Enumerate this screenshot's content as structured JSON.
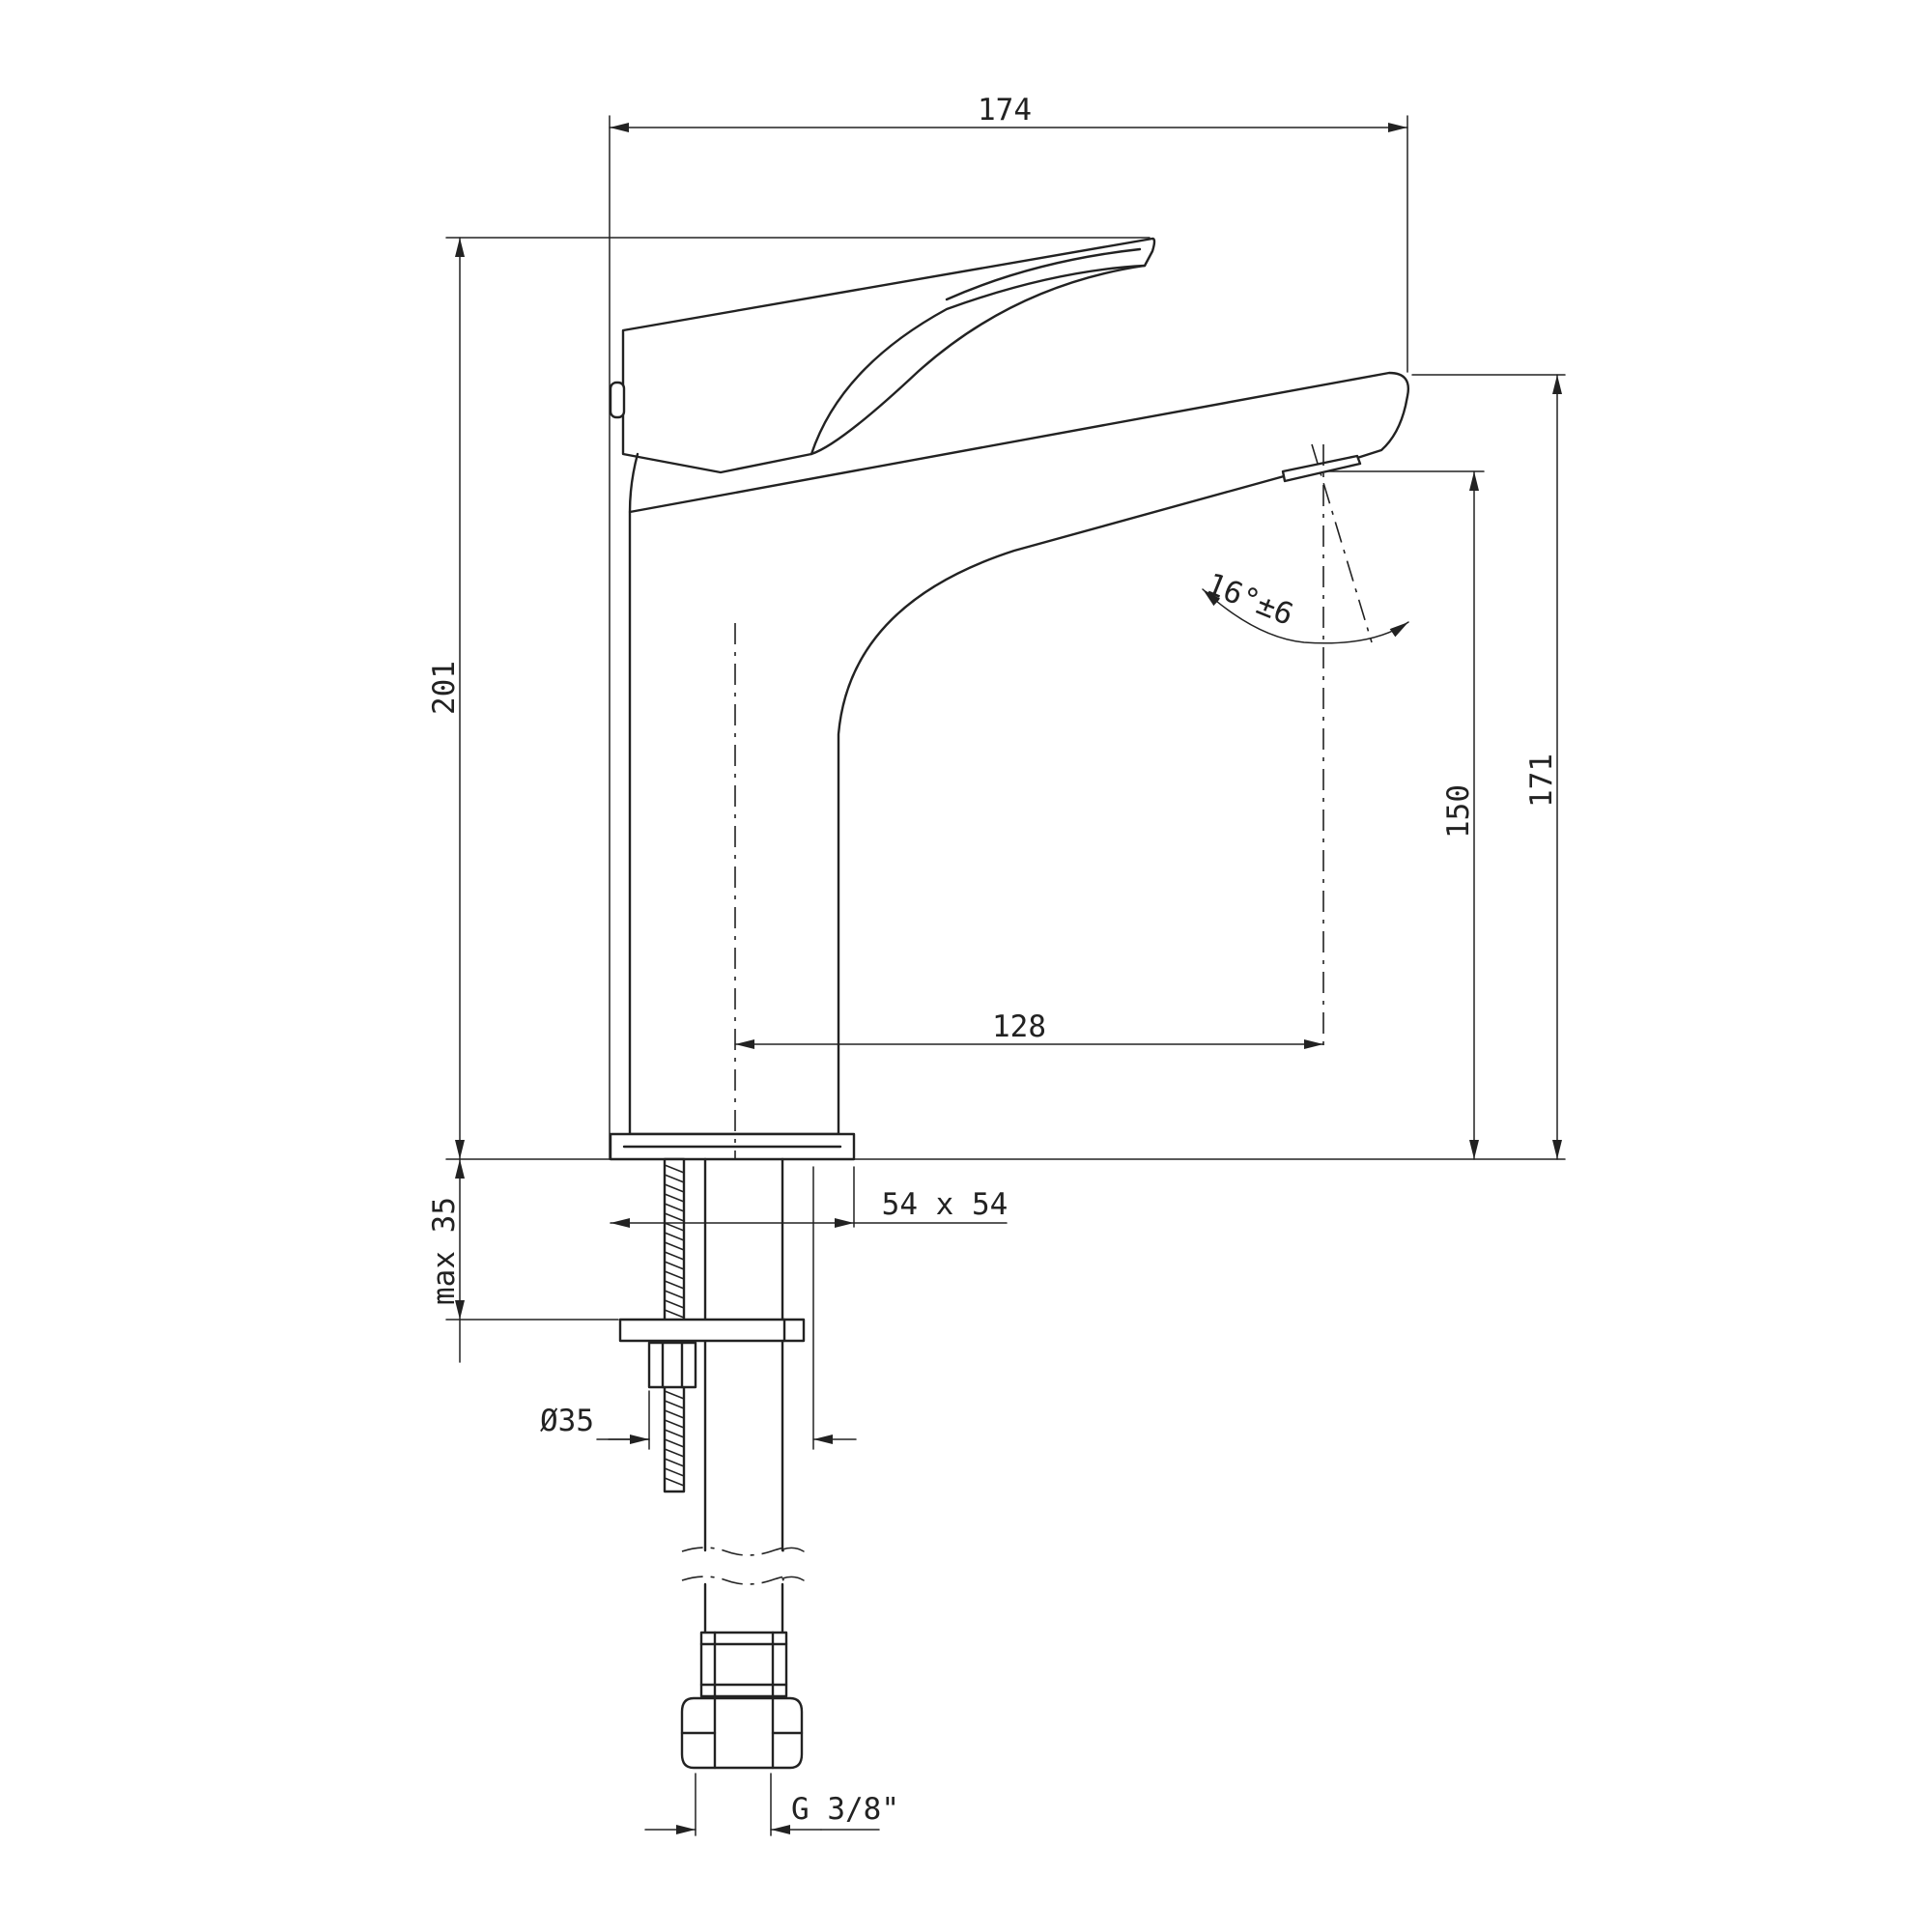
{
  "drawing": {
    "colors": {
      "line": "#222222",
      "background": "#ffffff"
    },
    "dimensions": {
      "overall_width": "174",
      "overall_height": "201",
      "spout_height": "150",
      "spout_top_height": "171",
      "spout_reach": "128",
      "angle": "16°±6",
      "base_size": "54 x 54",
      "max_thickness": "max 35",
      "hole_diameter": "Ø35",
      "connection_thread": "G 3/8\""
    }
  }
}
